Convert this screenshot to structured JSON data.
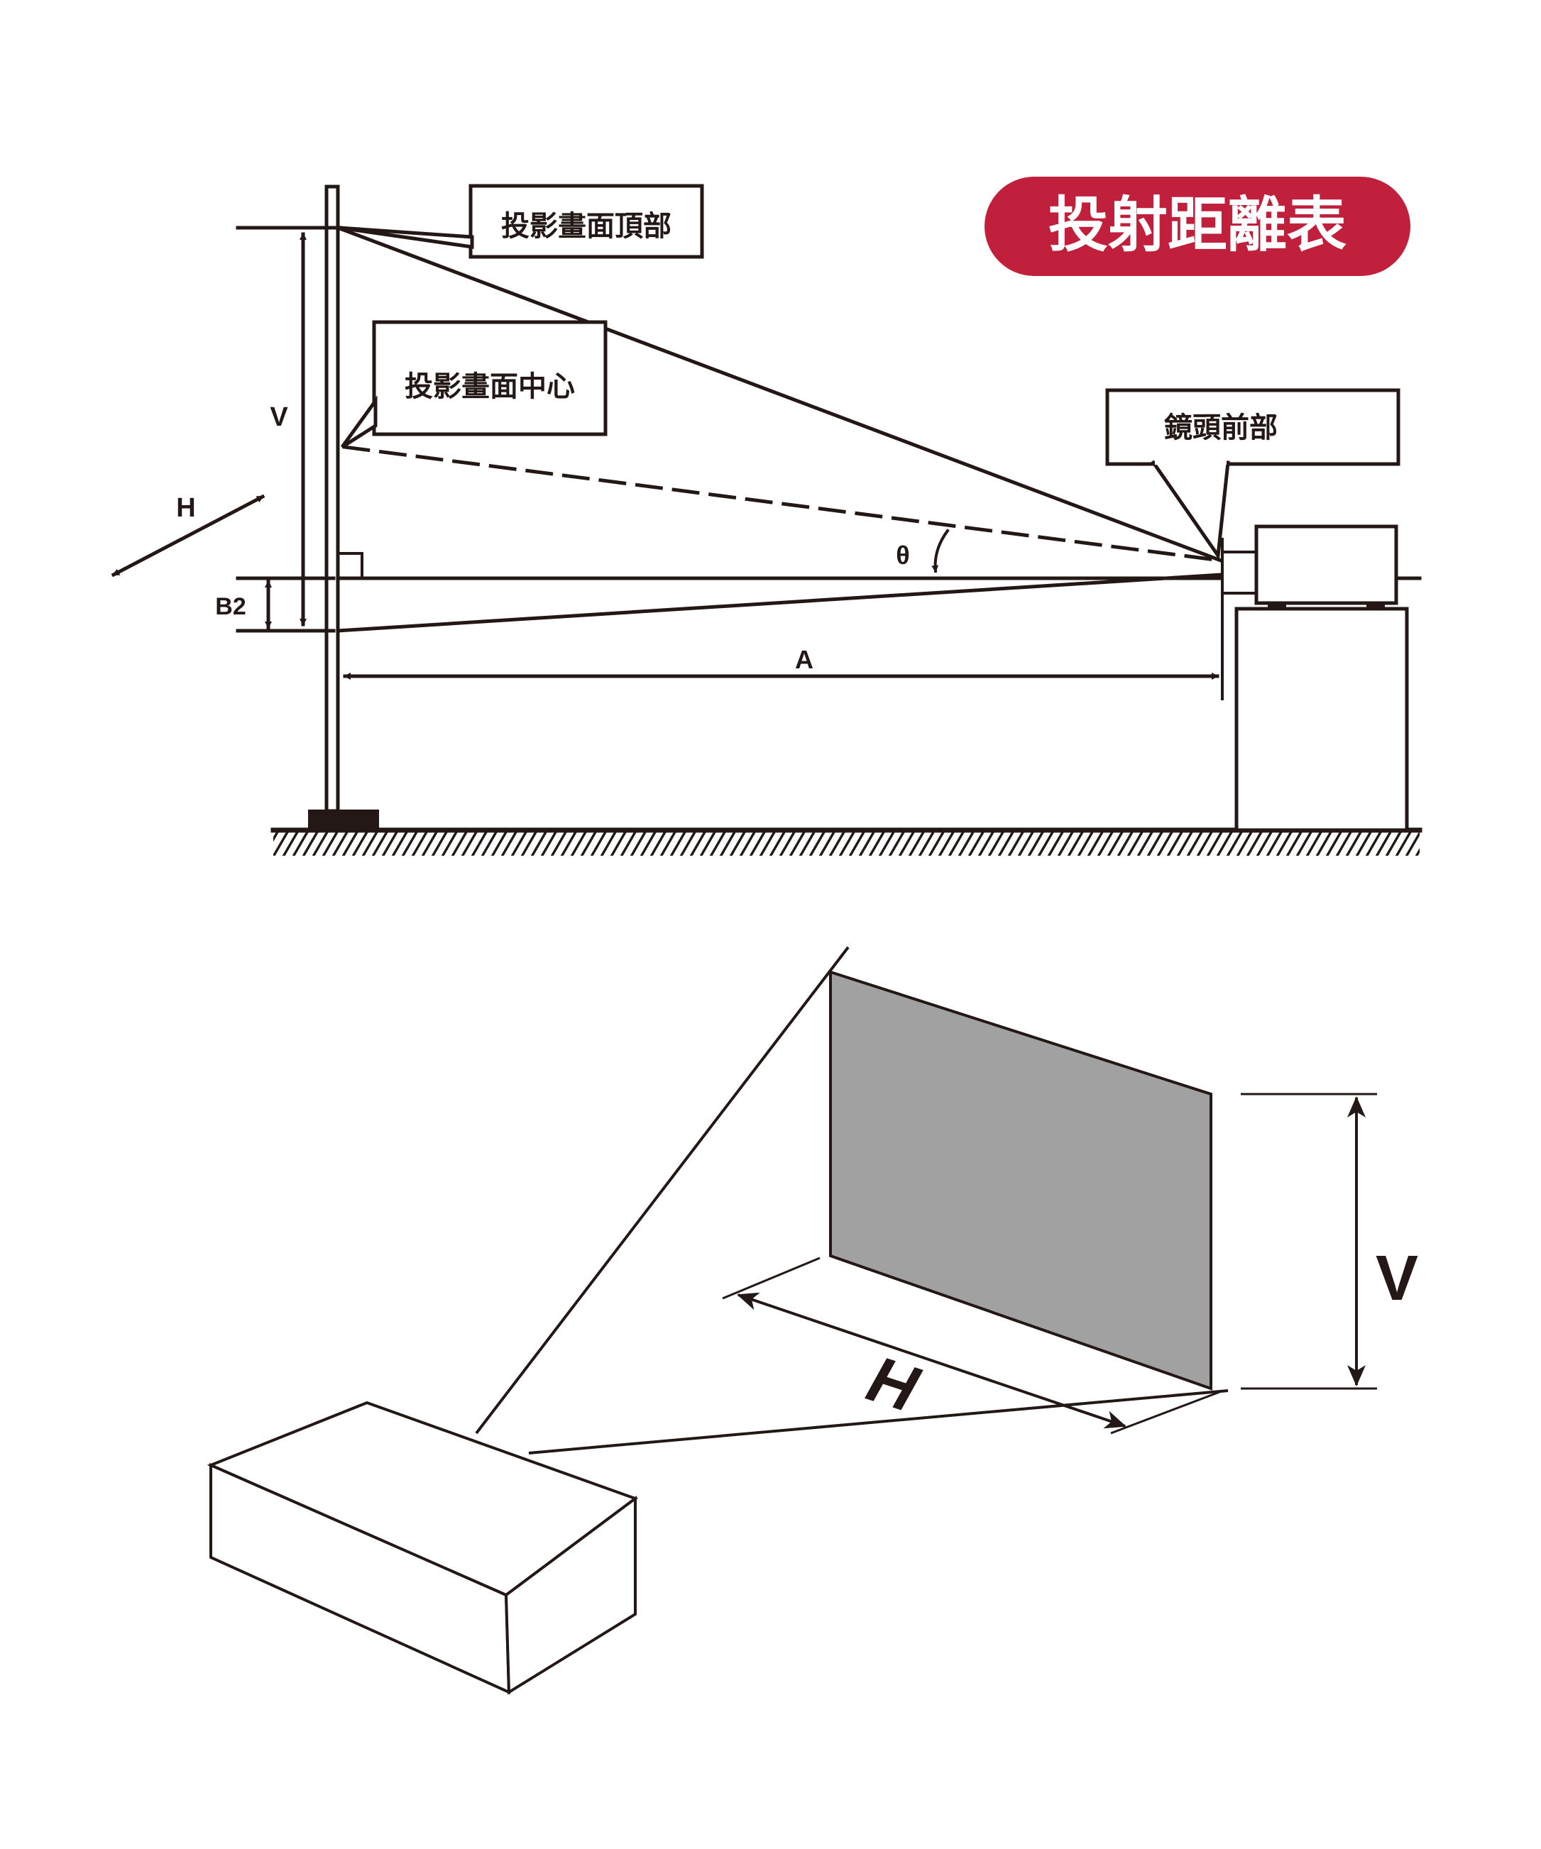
{
  "title": "投射距離表",
  "colors": {
    "title_bg": "#c0203c",
    "title_text": "#ffffff",
    "line": "#231815",
    "screen_fill": "#a0a1a0"
  },
  "side_view": {
    "labels": {
      "screen_top": "投影畫面頂部",
      "screen_center": "投影畫面中心",
      "lens_front": "鏡頭前部"
    },
    "dimensions": {
      "v": "V",
      "h": "H",
      "b2": "B2",
      "a": "A",
      "theta": "θ"
    }
  },
  "perspective_view": {
    "dimensions": {
      "h": "H",
      "v": "V"
    }
  }
}
